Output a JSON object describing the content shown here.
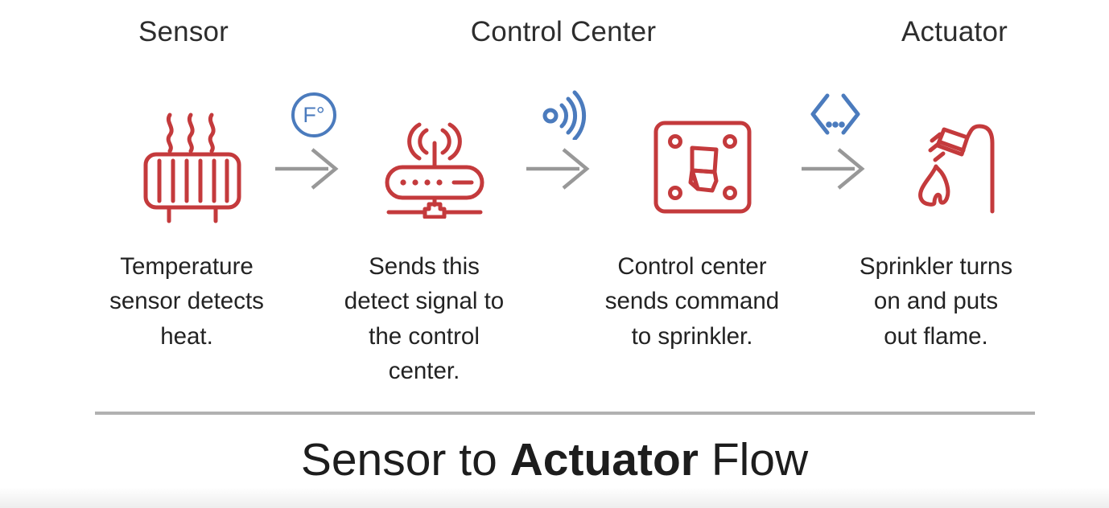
{
  "diagram": {
    "headers": {
      "sensor": "Sensor",
      "control_center": "Control Center",
      "actuator": "Actuator"
    },
    "steps": [
      {
        "icon": "radiator-heat-icon",
        "caption": "Temperature\nsensor detects\nheat."
      },
      {
        "icon": "wifi-router-icon",
        "caption": "Sends this\ndetect signal to\nthe control\ncenter."
      },
      {
        "icon": "switch-panel-icon",
        "caption": "Control center\nsends command\nto sprinkler."
      },
      {
        "icon": "sprinkler-flame-icon",
        "caption": "Sprinkler turns\non and puts\nout flame."
      }
    ],
    "connectors": [
      {
        "arrow_icon": "right-arrow-icon",
        "badge_icon": "fahrenheit-badge-icon",
        "badge_label": "F°"
      },
      {
        "arrow_icon": "right-arrow-icon",
        "badge_icon": "wireless-signal-icon"
      },
      {
        "arrow_icon": "right-arrow-icon",
        "badge_icon": "code-command-icon"
      }
    ],
    "title": {
      "prefix": "Sensor to ",
      "emphasis": "Actuator",
      "suffix": " Flow"
    },
    "colors": {
      "icon_red": "#c43a3c",
      "badge_blue": "#4b7bbd",
      "arrow_gray": "#989898",
      "divider_gray": "#b1b1b1",
      "text_dark": "#262626"
    }
  }
}
